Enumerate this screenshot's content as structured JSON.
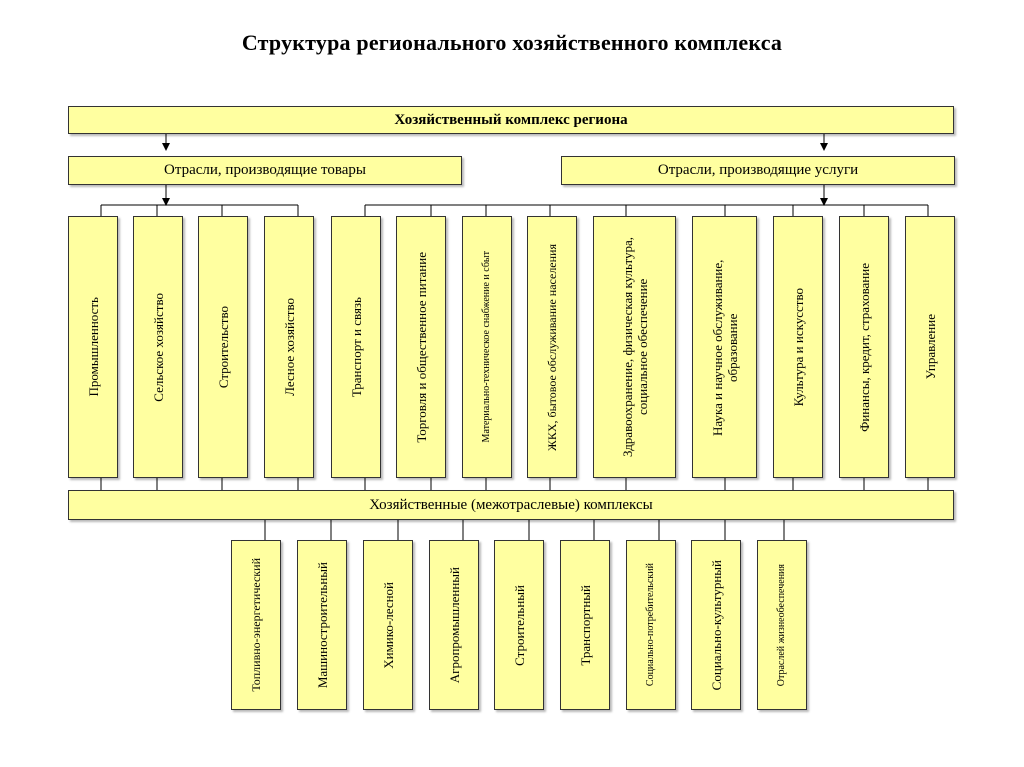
{
  "title": "Структура регионального хозяйственного комплекса",
  "root": "Хозяйственный комплекс региона",
  "goods_branch": "Отрасли, производящие товары",
  "services_branch": "Отрасли, производящие услуги",
  "goods_sectors": [
    "Промышленность",
    "Сельское хозяйство",
    "Строительство",
    "Лесное хозяйство"
  ],
  "service_sectors": [
    "Транспорт и связь",
    "Торговля и общественное питание",
    "Материально-техническое снабжение и сбыт",
    "ЖКХ, бытовое обслуживание населения",
    "Здравоохранение, физическая культура, социальное обеспечение",
    "Наука и научное обслуживание, образование",
    "Культура и искусство",
    "Финансы, кредит, страхование",
    "Управление"
  ],
  "intersectoral": "Хозяйственные (межотраслевые) комплексы",
  "complexes": [
    "Топливно-энергетический",
    "Машиностроительный",
    "Химико-лесной",
    "Агропромышленный",
    "Строительный",
    "Транспортный",
    "Социально-потребительский",
    "Социально-культурный",
    "Отраслей жизнеобеспечения"
  ]
}
